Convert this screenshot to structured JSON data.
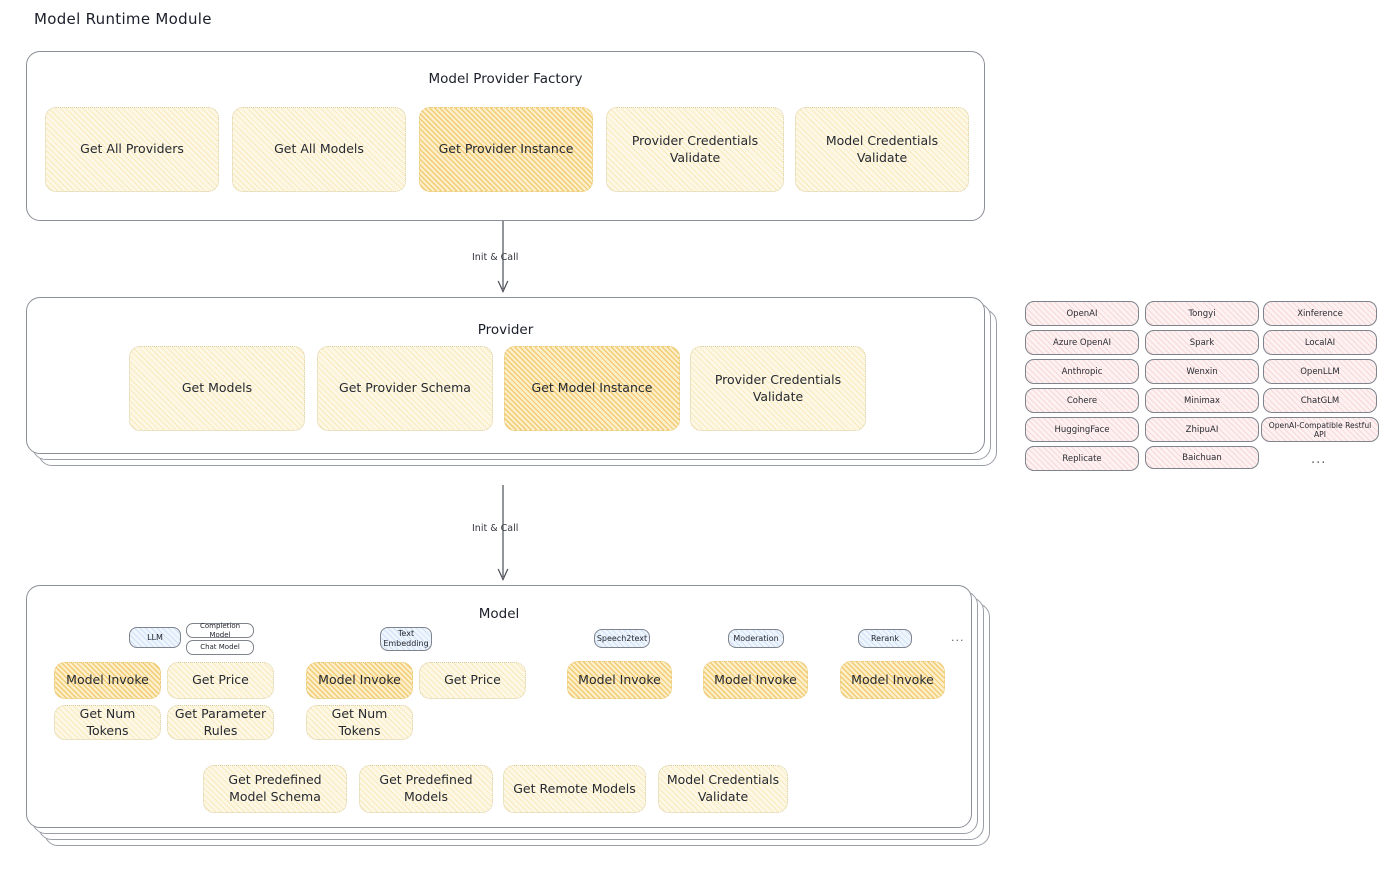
{
  "page": {
    "title": "Model Runtime Module"
  },
  "factory": {
    "title": "Model Provider Factory",
    "boxes": [
      {
        "label": "Get All Providers",
        "highlight": false
      },
      {
        "label": "Get All Models",
        "highlight": false
      },
      {
        "label": "Get Provider Instance",
        "highlight": true
      },
      {
        "label": "Provider Credentials Validate",
        "highlight": false
      },
      {
        "label": "Model Credentials Validate",
        "highlight": false
      }
    ]
  },
  "connectors": [
    {
      "label": "Init & Call"
    },
    {
      "label": "Init & Call"
    }
  ],
  "provider": {
    "title": "Provider",
    "boxes": [
      {
        "label": "Get Models",
        "highlight": false
      },
      {
        "label": "Get Provider Schema",
        "highlight": false
      },
      {
        "label": "Get Model Instance",
        "highlight": true
      },
      {
        "label": "Provider Credentials Validate",
        "highlight": false
      }
    ]
  },
  "provider_list": {
    "columns": [
      {
        "items": [
          "OpenAI",
          "Azure OpenAI",
          "Anthropic",
          "Cohere",
          "HuggingFace",
          "Replicate"
        ]
      },
      {
        "items": [
          "Tongyi",
          "Spark",
          "Wenxin",
          "Minimax",
          "ZhipuAI",
          "Baichuan"
        ]
      },
      {
        "items": [
          "Xinference",
          "LocalAI",
          "OpenLLM",
          "ChatGLM",
          "OpenAI-Compatible Restful API"
        ]
      }
    ],
    "more": "..."
  },
  "model": {
    "title": "Model",
    "more": "...",
    "types": [
      {
        "name": "LLM",
        "subtypes": [
          "Completion Model",
          "Chat Model"
        ],
        "boxes": [
          {
            "label": "Model Invoke",
            "highlight": true
          },
          {
            "label": "Get Price",
            "highlight": false
          },
          {
            "label": "Get Num Tokens",
            "highlight": false
          },
          {
            "label": "Get Parameter Rules",
            "highlight": false
          }
        ]
      },
      {
        "name": "Text Embedding",
        "subtypes": [],
        "boxes": [
          {
            "label": "Model Invoke",
            "highlight": true
          },
          {
            "label": "Get Price",
            "highlight": false
          },
          {
            "label": "Get Num Tokens",
            "highlight": false
          }
        ]
      },
      {
        "name": "Speech2text",
        "subtypes": [],
        "boxes": [
          {
            "label": "Model Invoke",
            "highlight": true
          }
        ]
      },
      {
        "name": "Moderation",
        "subtypes": [],
        "boxes": [
          {
            "label": "Model Invoke",
            "highlight": true
          }
        ]
      },
      {
        "name": "Rerank",
        "subtypes": [],
        "boxes": [
          {
            "label": "Model Invoke",
            "highlight": true
          }
        ]
      }
    ],
    "common_boxes": [
      {
        "label": "Get Predefined Model Schema"
      },
      {
        "label": "Get Predefined Models"
      },
      {
        "label": "Get Remote Models"
      },
      {
        "label": "Model Credentials Validate"
      }
    ]
  },
  "colors": {
    "accent_highlight": "#e9b02f",
    "accent_soft": "#fdf8e6",
    "provider_chip": "#fdf1f1",
    "model_chip": "#eef5fd",
    "card_border": "#8b8f98"
  }
}
